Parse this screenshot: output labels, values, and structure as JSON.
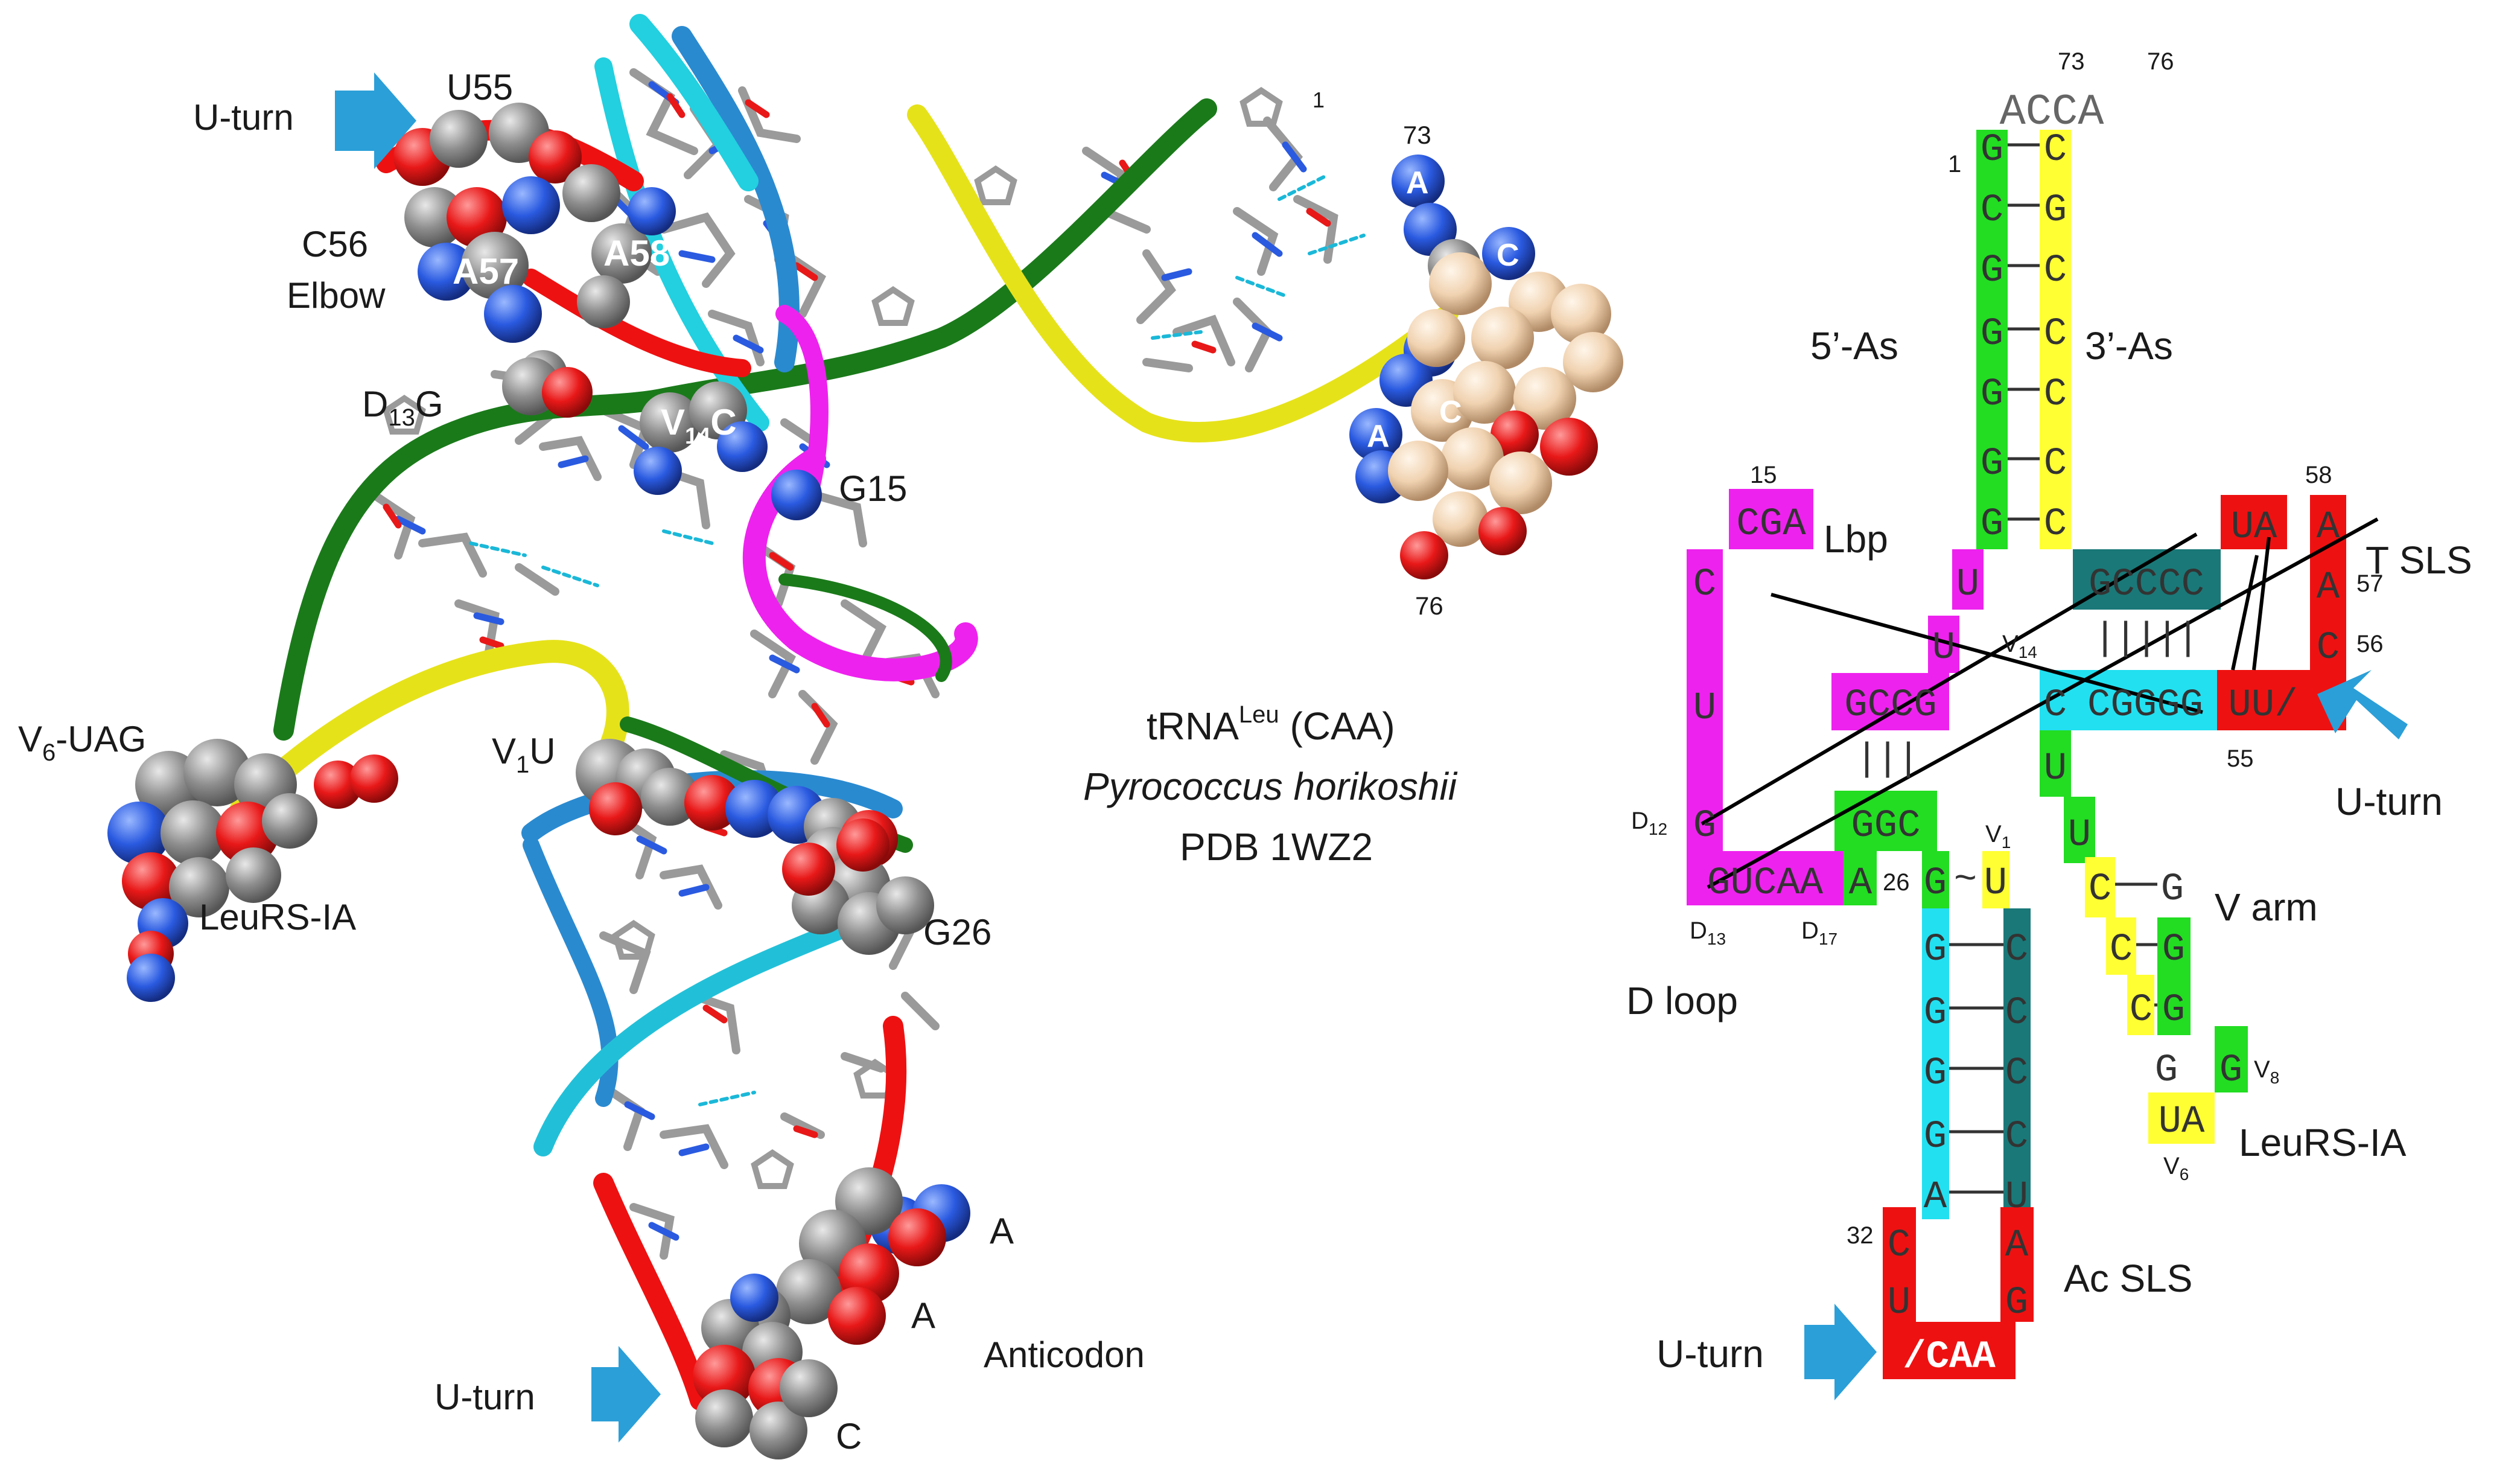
{
  "colors": {
    "stem_green": "#22dd22",
    "stem_yellow": "#ffff33",
    "t_red": "#ee1111",
    "d_magenta": "#ee22ee",
    "teal": "#1a7878",
    "cyan": "#22e0f0",
    "arrow": "#2b9fd8",
    "atom_grey": "#8e8e8e",
    "atom_red": "#e81818",
    "atom_blue": "#2a5ae0",
    "atom_tan": "#f0d2b0"
  },
  "structure3d": {
    "labels": {
      "uturn_top": "U-turn",
      "u55": "U55",
      "c56": "C56",
      "elbow": "Elbow",
      "a57": "A57",
      "a58": "A58",
      "d13g_prefix": "D",
      "d13g_sub": "13",
      "d13g_suffix": "G",
      "v14c_prefix": "V",
      "v14c_sub": "14",
      "v14c_suffix": "C",
      "g15": "G15",
      "n1": "1",
      "n73": "73",
      "n76": "76",
      "atom_a1": "A",
      "atom_c1": "C",
      "atom_a2": "A",
      "atom_c2": "C",
      "v6uag_prefix": "V",
      "v6uag_sub": "6",
      "v6uag_suffix": "-UAG",
      "leurs": "LeuRS-IA",
      "v1u_prefix": "V",
      "v1u_sub": "1",
      "v1u_suffix": "U",
      "g26": "G26",
      "ac_a1": "A",
      "ac_a2": "A",
      "ac_c": "C",
      "anticodon": "Anticodon",
      "uturn_bottom": "U-turn"
    },
    "caption": {
      "trna": "tRNA",
      "leu_sup": "Leu",
      "caa": " (CAA)",
      "species": "Pyrococcus horikoshii",
      "pdb": "PDB 1WZ2"
    }
  },
  "secondary": {
    "acca": "ACCA",
    "n73": "73",
    "n76": "76",
    "n1": "1",
    "acc5": "5’-As",
    "acc3": "3’-As",
    "acc5_seq": [
      "G",
      "C",
      "G",
      "G",
      "G",
      "G",
      "G"
    ],
    "acc3_seq": [
      "C",
      "G",
      "C",
      "C",
      "C",
      "C",
      "C"
    ],
    "u_left1": "U",
    "u_left2": "U",
    "ua_top": "UA",
    "a58_nt": "A",
    "a57_nt": "A",
    "c56_nt": "C",
    "n58": "58",
    "n57": "57",
    "n56": "56",
    "n55": "55",
    "gcccc": "GCCCC",
    "t_bars": "| | | | |",
    "v14_prefix": "V",
    "v14_sub": "14",
    "ccgggg_c": "C",
    "ccgggg": "CGGGG",
    "uu_slash": "UU/",
    "t_sls": "T SLS",
    "uturn_right": "U-turn",
    "n15": "15",
    "cga": "CGA",
    "lbp": "Lbp",
    "gccg": "GCCG",
    "d_bars": "| | |",
    "d_left": [
      "C",
      "U",
      "G"
    ],
    "d12_prefix": "D",
    "d12_sub": "12",
    "gucaa": "GUCAA",
    "gucaa_a": "A",
    "ggc": "GGC",
    "d13_prefix": "D",
    "d13_sub": "13",
    "d17_prefix": "D",
    "d17_sub": "17",
    "d_loop": "D loop",
    "u_mid1": "U",
    "u_mid2": "U",
    "n26": "26",
    "g26_nt": "G",
    "tilde": "~",
    "u_v1": "U",
    "v1_prefix": "V",
    "v1_sub": "1",
    "ac_left": [
      "G",
      "G",
      "G",
      "G",
      "A"
    ],
    "ac_right": [
      "C",
      "C",
      "C",
      "C",
      "U"
    ],
    "v_arm_left": [
      "C",
      "C",
      "C",
      "G"
    ],
    "v_arm_right": [
      "G",
      "G",
      "G"
    ],
    "g_v8": "G",
    "v8_prefix": "V",
    "v8_sub": "8",
    "ua_v6": "UA",
    "v6_prefix": "V",
    "v6_sub": "6",
    "v_arm": "V arm",
    "leurs": "LeuRS-IA",
    "n32": "32",
    "ac_loop_left": [
      "C",
      "U"
    ],
    "ac_loop_right": [
      "A",
      "G"
    ],
    "slash_caa": "/CAA",
    "ac_sls": "Ac SLS",
    "uturn_bottom": "U-turn"
  }
}
